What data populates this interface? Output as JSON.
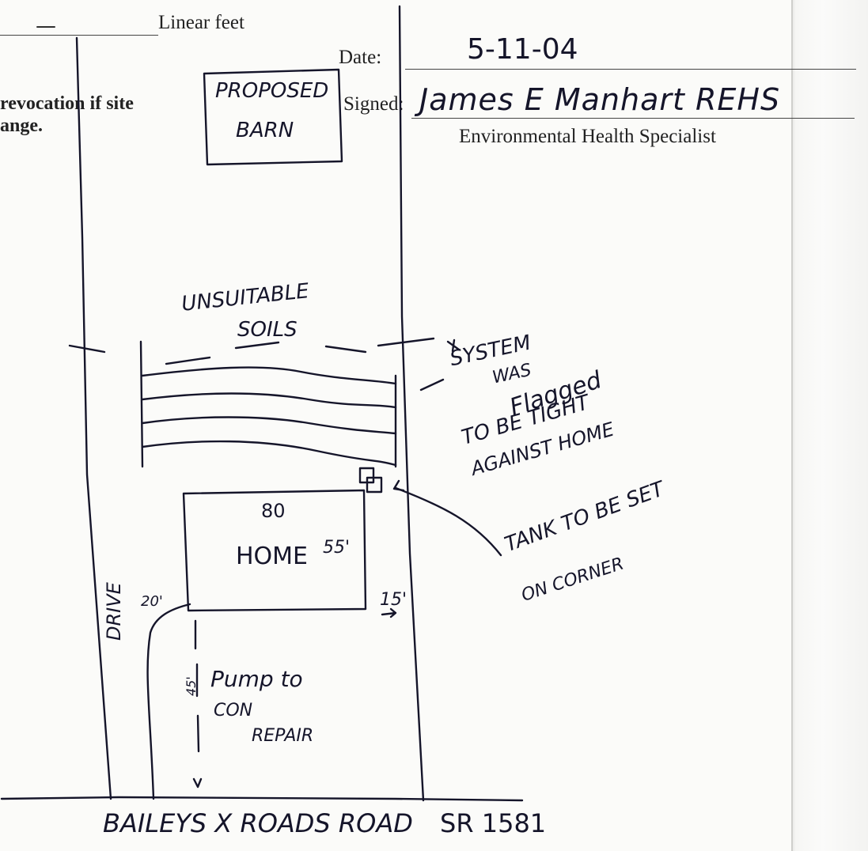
{
  "form": {
    "linear_feet_label": "Linear feet",
    "linear_feet_value": "—",
    "date_label": "Date:",
    "date_value": "5-11-04",
    "signed_label": "Signed:",
    "signature": "James E Manhart REHS",
    "specialist_title": "Environmental Health Specialist",
    "revocation_line1": "revocation if site",
    "revocation_line2": "ange."
  },
  "sketch": {
    "barn_label_line1": "PROPOSED",
    "barn_label_line2": "BARN",
    "soils_line1": "UNSUITABLE",
    "soils_line2": "SOILS",
    "system_note": [
      "SYSTEM",
      "WAS",
      "Flagged",
      "TO BE TIGHT",
      "AGAINST HOME"
    ],
    "tank_note": [
      "TANK TO BE SET",
      "ON CORNER"
    ],
    "home_label": "HOME",
    "home_width": "80",
    "home_depth": "55'",
    "offset_right": "15'",
    "offset_left": "20'",
    "drive_label": "DRIVE",
    "pump_note": [
      "Pump to",
      "CON",
      "REPAIR"
    ],
    "distance_label": "45'",
    "road_label": "BAILEYS X ROADS ROAD",
    "route_label": "SR 1581"
  },
  "colors": {
    "ink": "#15152a",
    "paper": "#fbfbf9"
  }
}
